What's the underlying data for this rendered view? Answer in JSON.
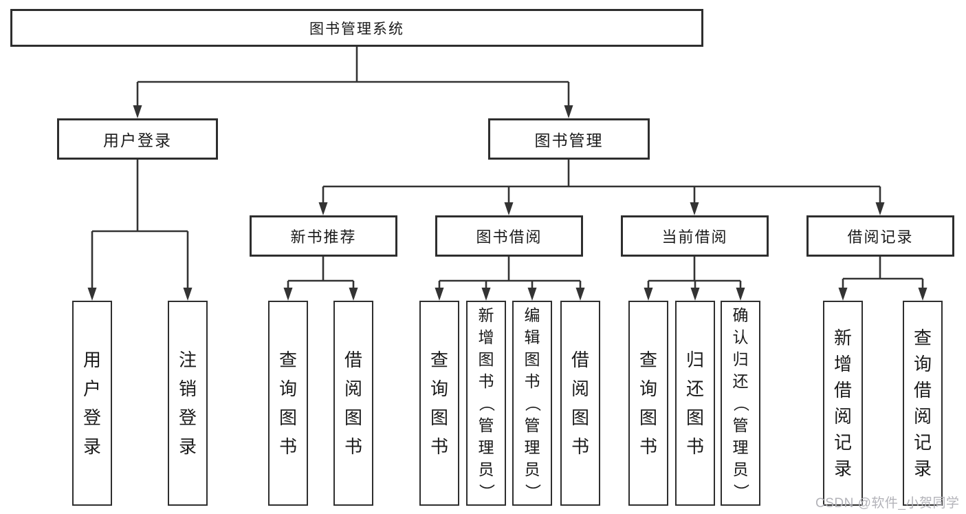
{
  "tree": {
    "root": "图书管理系统",
    "branches": [
      {
        "label": "用户登录",
        "children": [
          "用户登录",
          "注销登录"
        ]
      },
      {
        "label": "图书管理",
        "groups": [
          {
            "label": "新书推荐",
            "children": [
              "查询图书",
              "借阅图书"
            ]
          },
          {
            "label": "图书借阅",
            "children": [
              "查询图书",
              "新增图书（管理员）",
              "编辑图书（管理员）",
              "借阅图书"
            ]
          },
          {
            "label": "当前借阅",
            "children": [
              "查询图书",
              "归还图书",
              "确认归还（管理员）"
            ]
          },
          {
            "label": "借阅记录",
            "children": [
              "新增借阅记录",
              "查询借阅记录"
            ]
          }
        ]
      }
    ]
  },
  "watermark": {
    "text": "CSDN @软件_小贺同学"
  },
  "colors": {
    "line": "#333333",
    "border": "#2e2e2e",
    "text": "#1a1a1a",
    "watermark": "#b3b3b9",
    "background": "#ffffff"
  }
}
